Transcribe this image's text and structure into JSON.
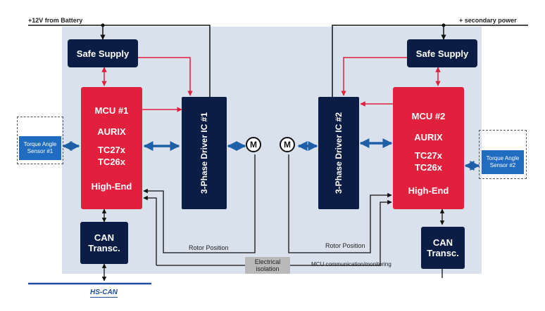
{
  "rails": {
    "left_supply": "+12V from Battery",
    "right_supply": "+ secondary power"
  },
  "safe_supply_1": {
    "label": "Safe Supply"
  },
  "safe_supply_2": {
    "label": "Safe Supply"
  },
  "mcu_1": {
    "name": "MCU #1",
    "family": "AURIX",
    "part_a": "TC27x",
    "part_b": "TC26x",
    "tier": "High-End"
  },
  "mcu_2": {
    "name": "MCU #2",
    "family": "AURIX",
    "part_a": "TC27x",
    "part_b": "TC26x",
    "tier": "High-End"
  },
  "driver_1": {
    "label": "3-Phase Driver IC #1"
  },
  "driver_2": {
    "label": "3-Phase Driver IC #2"
  },
  "motor_1": {
    "label": "M"
  },
  "motor_2": {
    "label": "M"
  },
  "sensor_1": {
    "label": "Torque Angle Sensor #1"
  },
  "sensor_2": {
    "label": "Torque Angle Sensor #2"
  },
  "can_1": {
    "line1": "CAN",
    "line2": "Transc."
  },
  "can_2": {
    "line1": "CAN",
    "line2": "Transc."
  },
  "labels": {
    "rotor_position_1": "Rotor Position",
    "rotor_position_2": "Rotor Position",
    "isolation_line1": "Electrical",
    "isolation_line2": "isolation",
    "mcu_comm": "MCU communication/monitoring",
    "hs_can": "HS-CAN"
  },
  "colors": {
    "panel": "#d9e1ec",
    "navy": "#0b1d44",
    "mcu_red": "#e0203c",
    "bus_blue": "#1f5fa8",
    "power_red": "#e0203c",
    "sensor_blue": "#1f6cc0"
  }
}
